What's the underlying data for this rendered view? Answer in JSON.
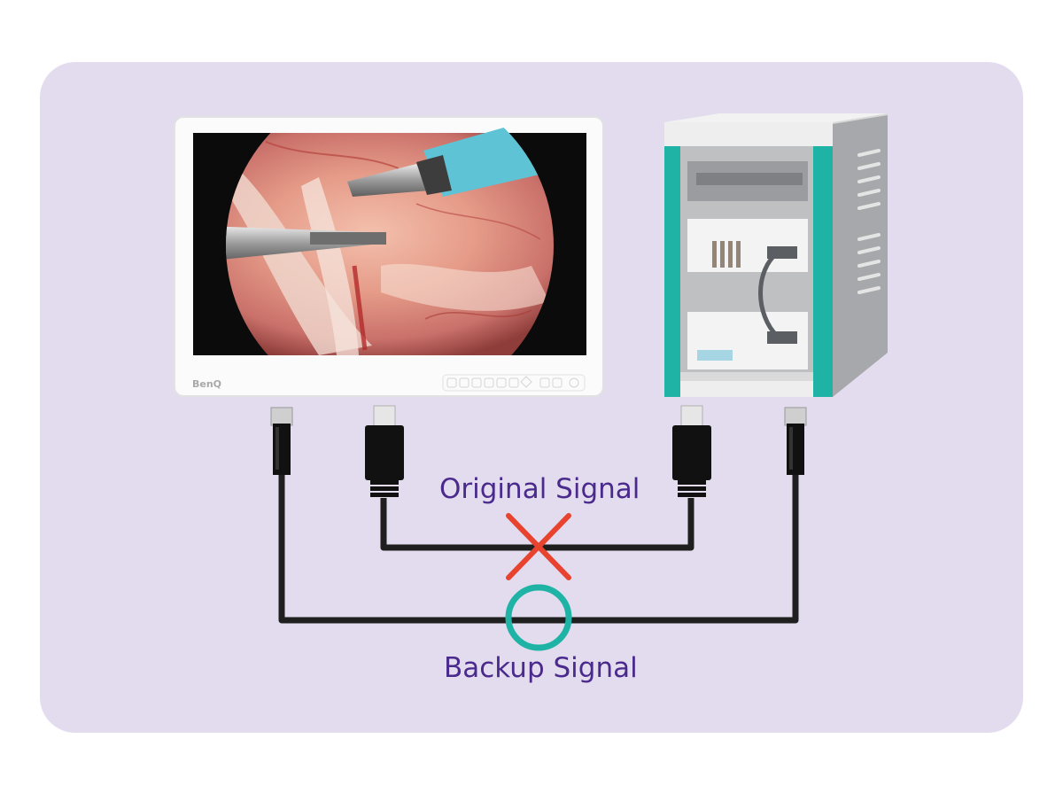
{
  "monitor": {
    "brand": "BenQ",
    "button_icons": [
      "input-icon",
      "menu-icon",
      "minus-icon",
      "plus-icon",
      "mode-icon",
      "brightness-icon",
      "nav-pad-icon",
      "back-icon",
      "info-icon",
      "power-icon"
    ]
  },
  "labels": {
    "original_signal": "Original Signal",
    "backup_signal": "Backup Signal"
  },
  "colors": {
    "panel_background": "#e3dcee",
    "label_text": "#4a2a8c",
    "fail_mark": "#e8432e",
    "ok_mark": "#1fb3a6",
    "cabinet_accent": "#1fb3a6",
    "cable": "#1f1f1f"
  },
  "status": {
    "original_signal": "failed",
    "backup_signal": "active"
  }
}
